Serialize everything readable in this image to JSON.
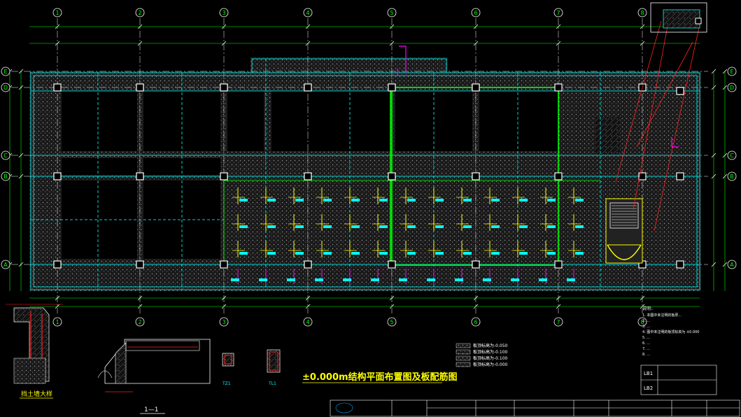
{
  "axes": {
    "columns": [
      "1",
      "2",
      "3",
      "4",
      "5",
      "6",
      "7",
      "8"
    ],
    "rows": [
      "E",
      "D",
      "C",
      "B",
      "A"
    ]
  },
  "drawing_title": "±0.000m结构平面布置图及板配筋图",
  "section_labels": {
    "detail_title": "挡土墙大样",
    "section_1": "1—1",
    "tz1": "TZ1",
    "tl1": "TL1"
  },
  "notes": {
    "lines": [
      "1. 本图中未注明的板厚...",
      "2. ...",
      "3. ...",
      "4. 图中未注明的板顶标高为 ±0.000",
      "5. ...",
      "6. ...",
      "7. ...",
      "8. ..."
    ]
  },
  "legend": {
    "items": [
      "板顶标高为-0.050",
      "板顶标高为-0.100",
      "板顶标高为-0.100",
      "板顶标高为-0.000"
    ]
  },
  "lb_table": {
    "rows": [
      "LB1",
      "LB2"
    ]
  },
  "colors": {
    "grid": "#ffffff",
    "beam": "#00ffff",
    "slab_hatch": "#808080",
    "highlight": "#00ff00",
    "rebar": "#ffff00",
    "red": "#ff0000",
    "magenta": "#ff00ff"
  }
}
